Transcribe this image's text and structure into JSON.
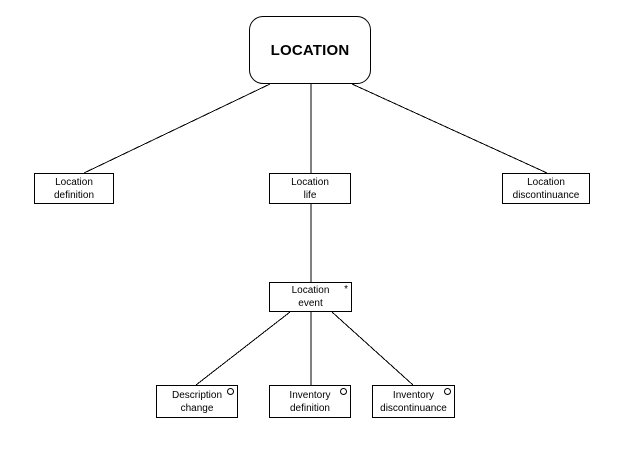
{
  "diagram": {
    "root": {
      "label": "LOCATION"
    },
    "level1": [
      {
        "label": "Location\ndefinition"
      },
      {
        "label": "Location\nlife"
      },
      {
        "label": "Location\ndiscontinuance"
      }
    ],
    "event": {
      "label": "Location\nevent",
      "marker": "*"
    },
    "level3": [
      {
        "label": "Description\nchange",
        "marker": "o"
      },
      {
        "label": "Inventory\ndefinition",
        "marker": "o"
      },
      {
        "label": "Inventory\ndiscontinuance",
        "marker": "o"
      }
    ]
  }
}
